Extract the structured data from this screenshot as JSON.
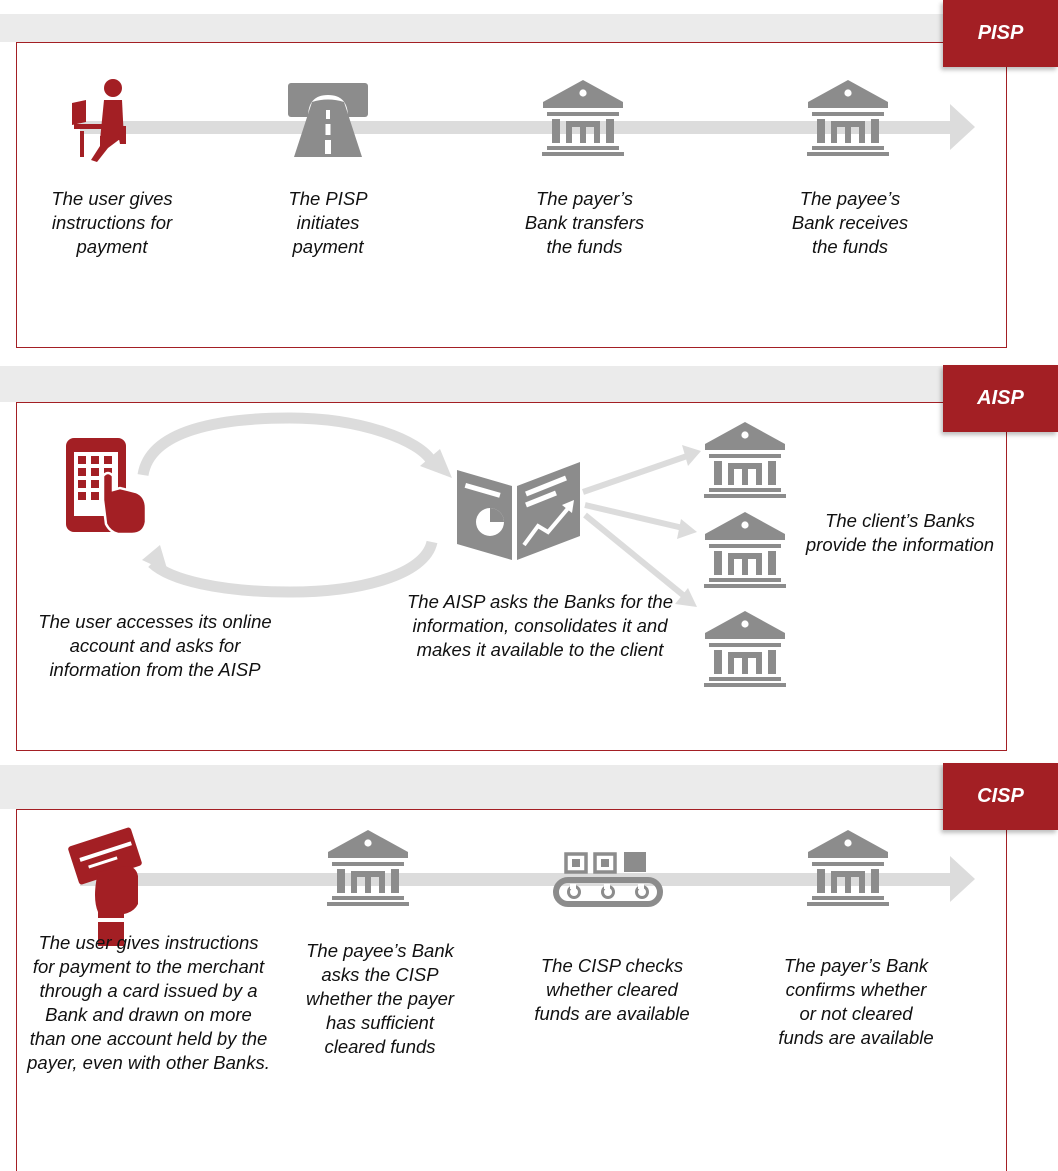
{
  "sections": {
    "pisp": {
      "tab": "PISP",
      "steps": [
        "The user gives instructions for payment",
        "The PISP initiates payment",
        "The payer’s Bank transfers the funds",
        "The payee’s Bank receives the funds"
      ],
      "icons": [
        "user-laptop-icon",
        "payment-road-icon",
        "bank-icon",
        "bank-icon"
      ]
    },
    "aisp": {
      "tab": "AISP",
      "user_label": "The user accesses its online account and asks for information from the AISP",
      "aisp_label": "The AISP asks the Banks for the information, consolidates it and makes it available to the client",
      "banks_label": "The client’s Banks provide the information",
      "icons": [
        "tablet-touch-icon",
        "report-brochure-icon",
        "bank-icon",
        "bank-icon",
        "bank-icon"
      ]
    },
    "cisp": {
      "tab": "CISP",
      "steps": [
        "The user gives instructions for payment to the merchant through a card issued by a Bank and drawn on more than one account held by the payer, even with other Banks.",
        "The payee’s Bank asks the CISP whether the payer has sufficient cleared funds",
        "The CISP checks whether cleared funds are available",
        "The payer’s Bank confirms whether or not cleared funds are available"
      ],
      "icons": [
        "hand-card-icon",
        "bank-icon",
        "conveyor-belt-icon",
        "bank-icon"
      ]
    }
  },
  "colors": {
    "accent": "#a31f24",
    "icon_gray": "#8c8c8c",
    "line_gray": "#dcdcdc",
    "band_gray": "#ebebeb"
  }
}
